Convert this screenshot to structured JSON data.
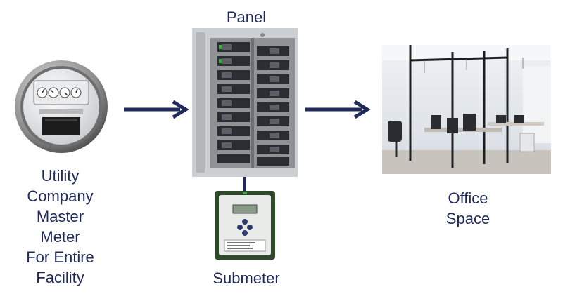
{
  "diagram": {
    "nodes": {
      "panel": {
        "label": "Panel"
      },
      "utility_meter": {
        "label_lines": [
          "Utility",
          "Company",
          "Master",
          "Meter",
          "For Entire",
          "Facility"
        ]
      },
      "office": {
        "label_lines": [
          "Office",
          "Space"
        ]
      },
      "submeter": {
        "label": "Submeter"
      }
    },
    "colors": {
      "text": "#1f2a5a",
      "arrow": "#1f2a5a",
      "connector": "#1f2a5a"
    },
    "icons": {
      "utility_meter": "electric-meter-photo",
      "panel": "breaker-panel-photo",
      "office": "office-space-photo",
      "submeter": "submeter-device-photo"
    }
  }
}
